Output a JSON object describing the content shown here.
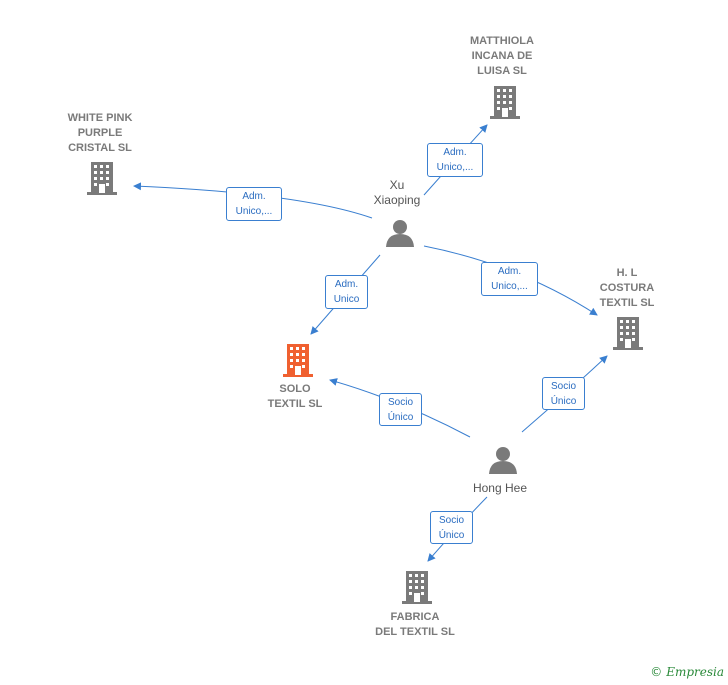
{
  "colors": {
    "edge": "#3a7fd0",
    "building": "#7a7a7a",
    "focus_building": "#f06030",
    "person": "#7a7a7a"
  },
  "nodes": {
    "matthiola": {
      "label": "MATTHIOLA\nINCANA DE\nLUISA  SL",
      "icon": "building-icon"
    },
    "white_pink": {
      "label": "WHITE PINK\nPURPLE\nCRISTAL  SL",
      "icon": "building-icon"
    },
    "xu": {
      "label": "Xu\nXiaoping",
      "icon": "person-icon"
    },
    "hl_costura": {
      "label": "H. L\nCOSTURA\nTEXTIL  SL",
      "icon": "building-icon"
    },
    "solo_textil": {
      "label": "SOLO\nTEXTIL  SL",
      "icon": "building-icon"
    },
    "hong_hee": {
      "label": "Hong Hee",
      "icon": "person-icon"
    },
    "fabrica": {
      "label": "FABRICA\nDEL TEXTIL  SL",
      "icon": "building-icon"
    }
  },
  "edges": [
    {
      "label": "Adm.\nUnico,..."
    },
    {
      "label": "Adm.\nUnico,..."
    },
    {
      "label": "Adm.\nUnico,..."
    },
    {
      "label": "Adm.\nUnico"
    },
    {
      "label": "Socio\nÚnico"
    },
    {
      "label": "Socio\nÚnico"
    },
    {
      "label": "Socio\nÚnico"
    }
  ],
  "footer": {
    "copyright": "©",
    "brand": "Empresia"
  }
}
